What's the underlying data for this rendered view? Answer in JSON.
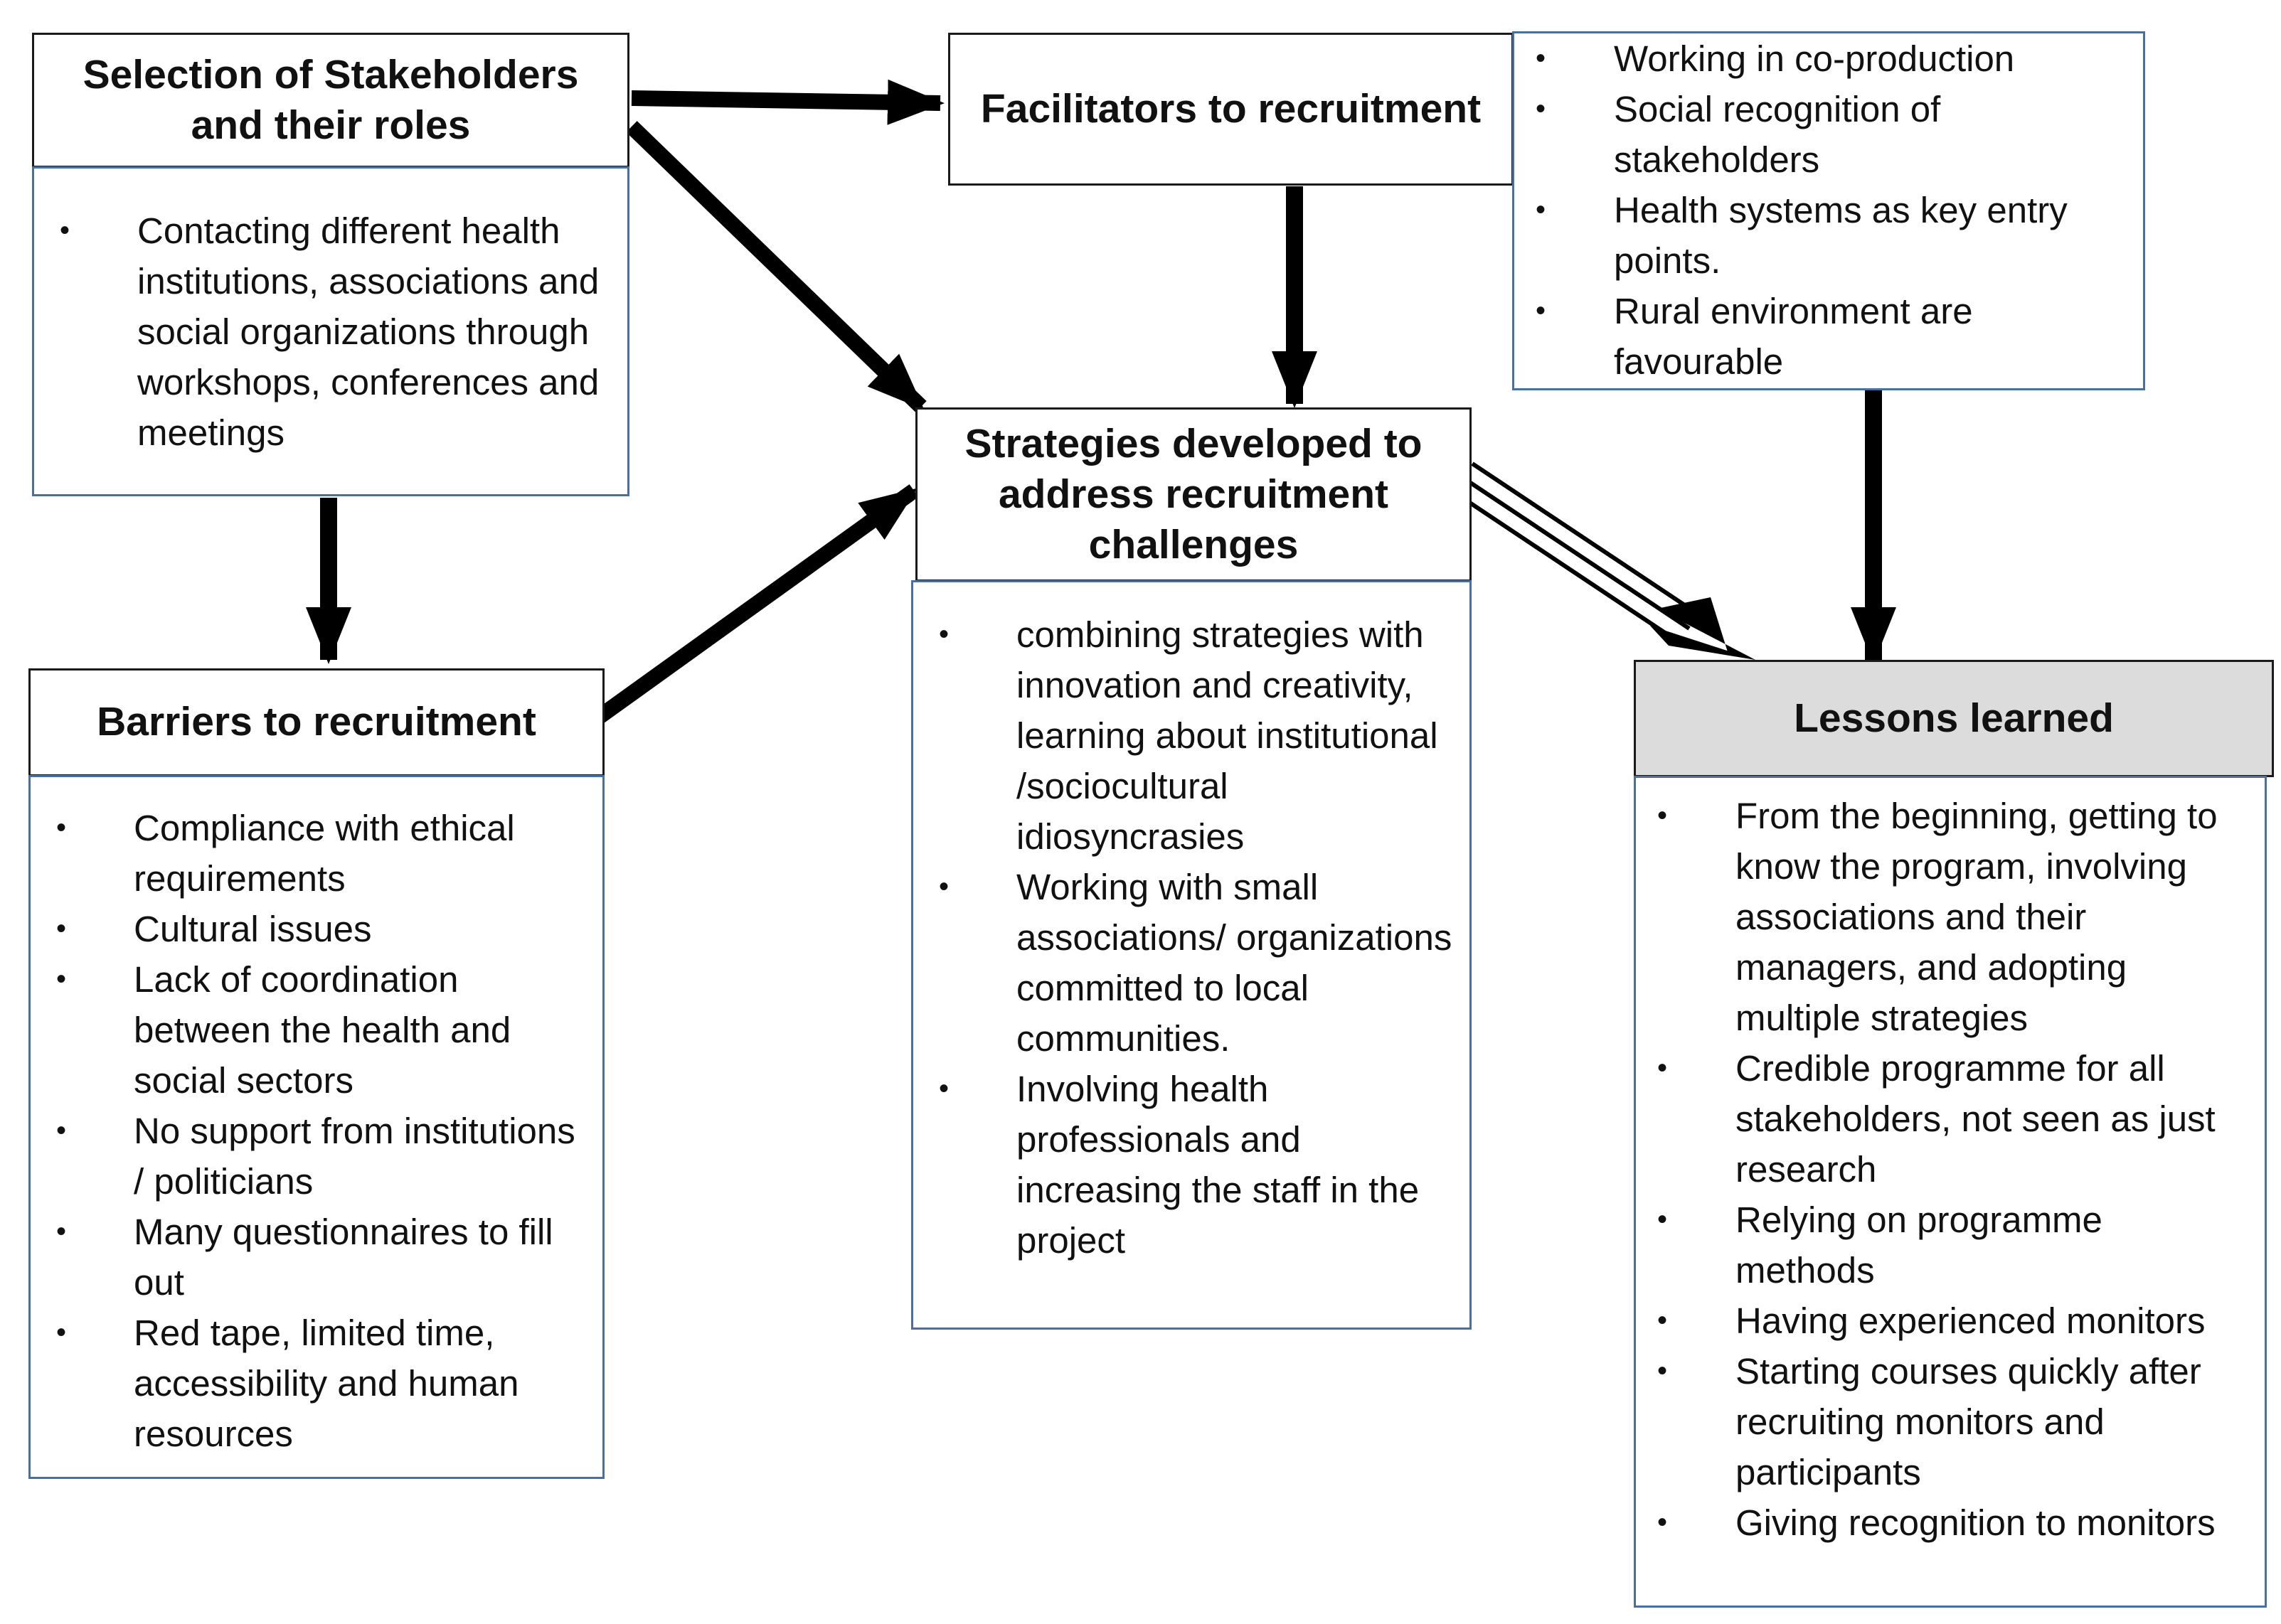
{
  "selection": {
    "title": "Selection of Stakeholders and their roles",
    "items": [
      "Contacting different health institutions, associations and social organizations through workshops, conferences and meetings"
    ]
  },
  "facilitators": {
    "title": "Facilitators to recruitment",
    "items": [
      "Working in co-production",
      "Social recognition of stakeholders",
      "Health systems as key entry points.",
      "Rural environment are favourable"
    ]
  },
  "strategies": {
    "title": "Strategies developed to address recruitment challenges",
    "items": [
      "combining strategies with innovation and creativity, learning about institutional /sociocultural idiosyncrasies",
      "Working with small associations/ organizations committed to local communities.",
      "Involving health professionals and increasing the staff in the project"
    ]
  },
  "barriers": {
    "title": "Barriers to recruitment",
    "items": [
      "Compliance with ethical requirements",
      "Cultural issues",
      "Lack of coordination between the health and social sectors",
      "No support from institutions / politicians",
      "Many questionnaires to fill out",
      "Red tape, limited time, accessibility and human resources"
    ]
  },
  "lessons": {
    "title": "Lessons learned",
    "items": [
      "From the beginning, getting to know the program, involving associations and their managers, and adopting multiple strategies",
      "Credible programme for all stakeholders, not seen as just research",
      "Relying on programme methods",
      "Having experienced monitors",
      "Starting courses quickly after recruiting monitors and participants",
      "Giving recognition to monitors"
    ]
  },
  "colors": {
    "box_border": "#1a1a1a",
    "list_border": "#4a6f9a",
    "lessons_header_bg": "#dcdcdc",
    "arrow": "#000000"
  }
}
